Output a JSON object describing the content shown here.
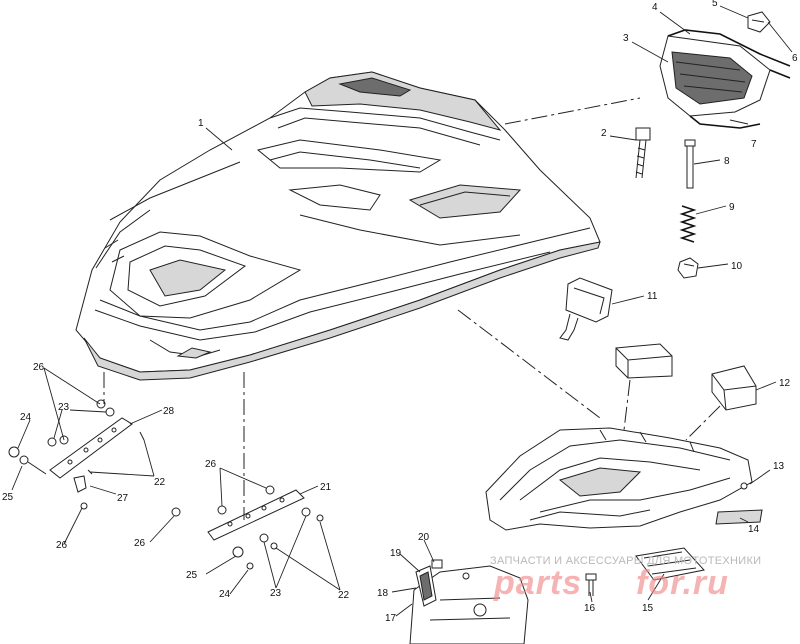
{
  "callouts": [
    {
      "id": "c1",
      "label": "1"
    },
    {
      "id": "c2",
      "label": "2"
    },
    {
      "id": "c3",
      "label": "3"
    },
    {
      "id": "c4",
      "label": "4"
    },
    {
      "id": "c5",
      "label": "5"
    },
    {
      "id": "c6",
      "label": "6"
    },
    {
      "id": "c7",
      "label": "7"
    },
    {
      "id": "c8",
      "label": "8"
    },
    {
      "id": "c9",
      "label": "9"
    },
    {
      "id": "c10",
      "label": "10"
    },
    {
      "id": "c11",
      "label": "11"
    },
    {
      "id": "c12",
      "label": "12"
    },
    {
      "id": "c13",
      "label": "13"
    },
    {
      "id": "c14",
      "label": "14"
    },
    {
      "id": "c15",
      "label": "15"
    },
    {
      "id": "c16",
      "label": "16"
    },
    {
      "id": "c17",
      "label": "17"
    },
    {
      "id": "c18",
      "label": "18"
    },
    {
      "id": "c19",
      "label": "19"
    },
    {
      "id": "c20",
      "label": "20"
    },
    {
      "id": "c21",
      "label": "21"
    },
    {
      "id": "c22a",
      "label": "22"
    },
    {
      "id": "c22b",
      "label": "22"
    },
    {
      "id": "c23a",
      "label": "23"
    },
    {
      "id": "c23b",
      "label": "23"
    },
    {
      "id": "c24a",
      "label": "24"
    },
    {
      "id": "c24b",
      "label": "24"
    },
    {
      "id": "c25a",
      "label": "25"
    },
    {
      "id": "c25b",
      "label": "25"
    },
    {
      "id": "c26a",
      "label": "26"
    },
    {
      "id": "c26b",
      "label": "26"
    },
    {
      "id": "c26c",
      "label": "26"
    },
    {
      "id": "c26d",
      "label": "26"
    },
    {
      "id": "c27",
      "label": "27"
    },
    {
      "id": "c28",
      "label": "28"
    }
  ],
  "watermark": {
    "caption": "ЗАПЧАСТИ И АКСЕССУАРЫ ДЛЯ МОТОТЕХНИКИ",
    "brand_left": "parts",
    "brand_right": "for.ru"
  }
}
